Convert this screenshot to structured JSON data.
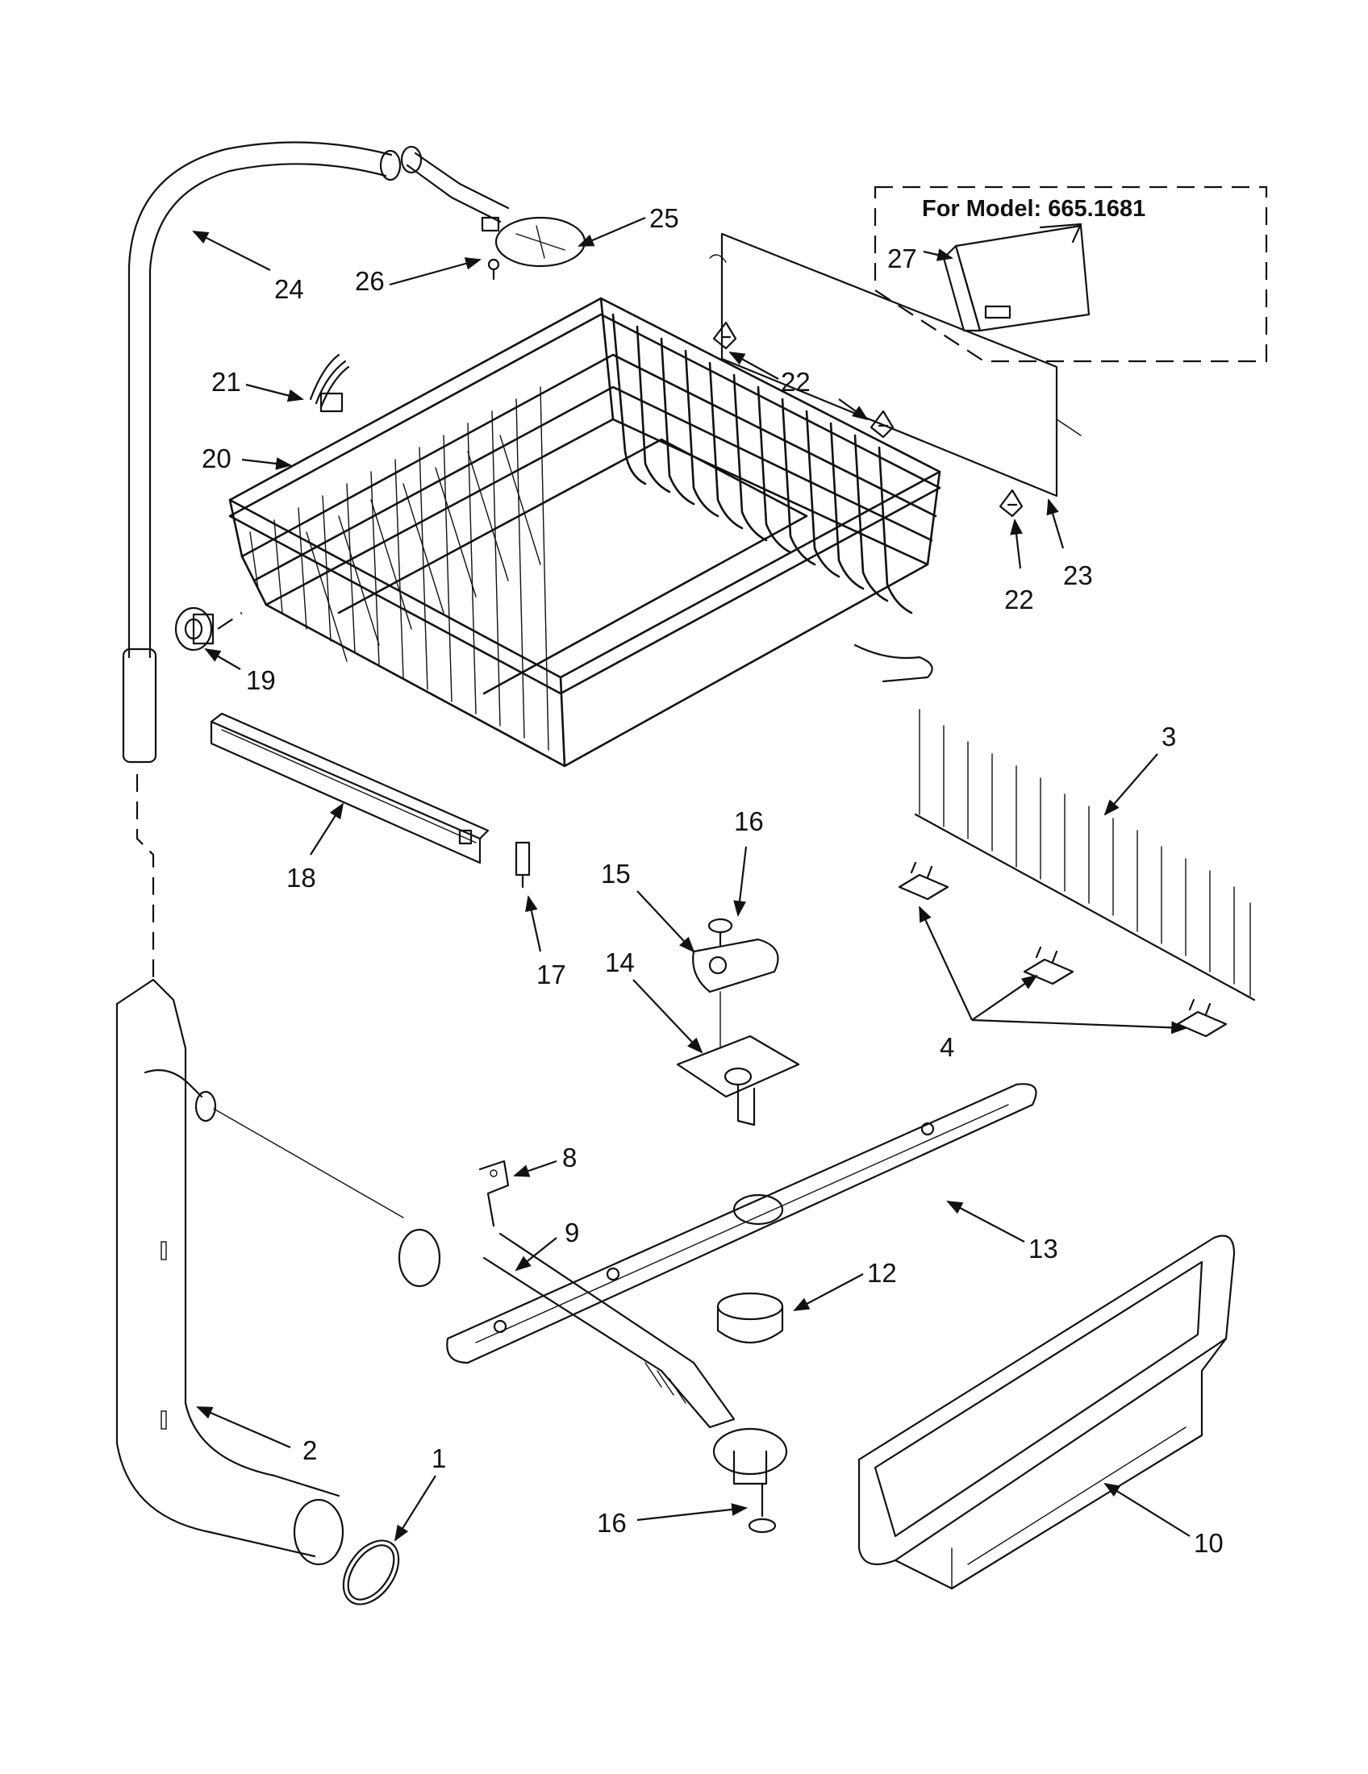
{
  "model_note": "For Model: 665.1681",
  "callouts": {
    "p1": "1",
    "p2": "2",
    "p3": "3",
    "p4": "4",
    "p8": "8",
    "p9": "9",
    "p10": "10",
    "p12": "12",
    "p13": "13",
    "p14": "14",
    "p15": "15",
    "p16a": "16",
    "p16b": "16",
    "p17": "17",
    "p18": "18",
    "p19": "19",
    "p20": "20",
    "p21": "21",
    "p22a": "22",
    "p22b": "22",
    "p22c": "22",
    "p23": "23",
    "p24": "24",
    "p25": "25",
    "p26": "26",
    "p27": "27"
  }
}
